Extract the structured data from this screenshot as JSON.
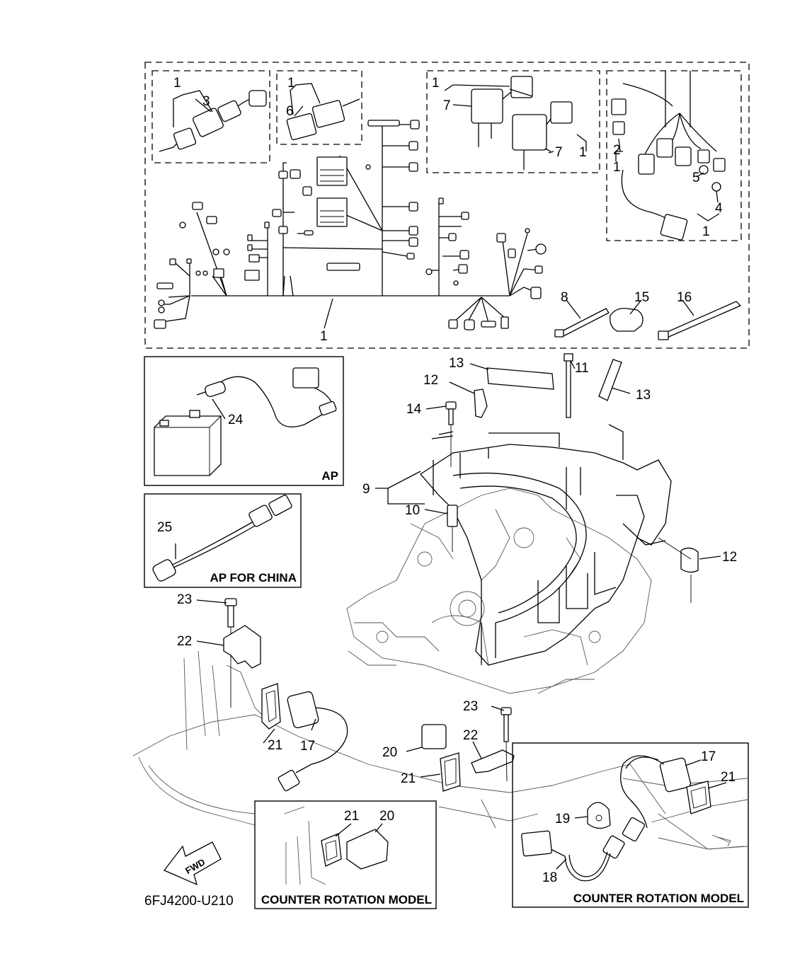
{
  "drawing_code": "6FJ4200-U210",
  "fwd_label": "FWD",
  "insets": {
    "ap": "AP",
    "ap_china": "AP FOR CHINA",
    "counter_rotation_left": "COUNTER ROTATION MODEL",
    "counter_rotation_right": "COUNTER ROTATION MODEL"
  },
  "callouts": {
    "c1_main": "1",
    "c1_a": "1",
    "c3": "3",
    "c1_b": "1",
    "c6": "6",
    "c1_c": "1",
    "c7_a": "7",
    "c7_b": "7",
    "c1_d": "1",
    "c2": "2",
    "c1_e": "1",
    "c5": "5",
    "c4": "4",
    "c1_f": "1",
    "c8": "8",
    "c15": "15",
    "c16": "16",
    "c13_a": "13",
    "c11": "11",
    "c13_b": "13",
    "c12_a": "12",
    "c14": "14",
    "c9": "9",
    "c10": "10",
    "c12_b": "12",
    "c24": "24",
    "c25": "25",
    "c23_a": "23",
    "c22_a": "22",
    "c21_a": "21",
    "c17_a": "17",
    "c23_b": "23",
    "c22_b": "22",
    "c20_a": "20",
    "c21_b": "21",
    "c21_c": "21",
    "c20_b": "20",
    "c17_b": "17",
    "c21_d": "21",
    "c19": "19",
    "c18": "18"
  }
}
